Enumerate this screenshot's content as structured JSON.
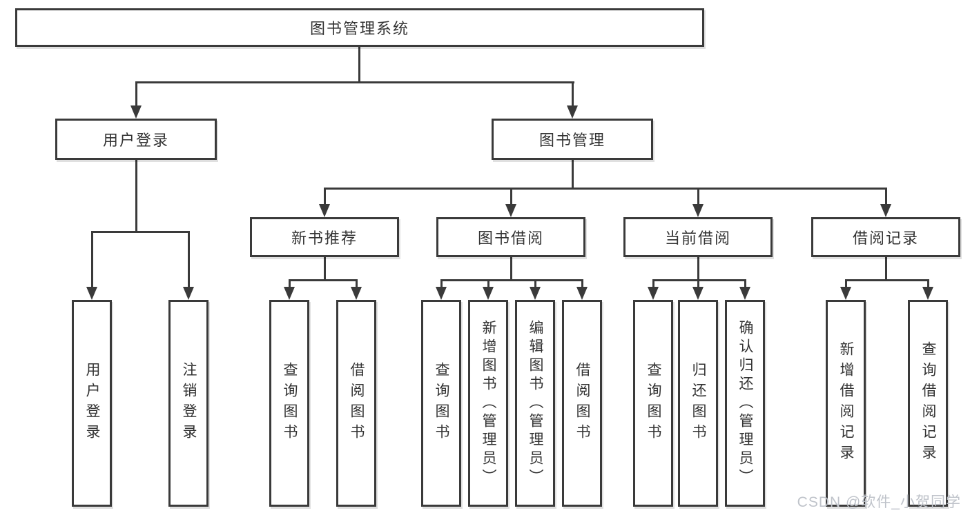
{
  "diagram_type": "hierarchy-flowchart",
  "colors": {
    "line": "#3a3a3a",
    "text": "#333333",
    "watermark": "#bfc3ca",
    "background": "#ffffff"
  },
  "tree": {
    "label": "图书管理系统",
    "children": [
      {
        "label": "用户登录",
        "children": [
          {
            "label": "用户登录"
          },
          {
            "label": "注销登录"
          }
        ]
      },
      {
        "label": "图书管理",
        "children": [
          {
            "label": "新书推荐",
            "children": [
              {
                "label": "查询图书"
              },
              {
                "label": "借阅图书"
              }
            ]
          },
          {
            "label": "图书借阅",
            "children": [
              {
                "label": "查询图书"
              },
              {
                "label": "新增图书（管理员）"
              },
              {
                "label": "编辑图书（管理员）"
              },
              {
                "label": "借阅图书"
              }
            ]
          },
          {
            "label": "当前借阅",
            "children": [
              {
                "label": "查询图书"
              },
              {
                "label": "归还图书"
              },
              {
                "label": "确认归还（管理员）"
              }
            ]
          },
          {
            "label": "借阅记录",
            "children": [
              {
                "label": "新增借阅记录"
              },
              {
                "label": "查询借阅记录"
              }
            ]
          }
        ]
      }
    ]
  },
  "watermark": {
    "text": "CSDN @软件_小贺同学"
  }
}
